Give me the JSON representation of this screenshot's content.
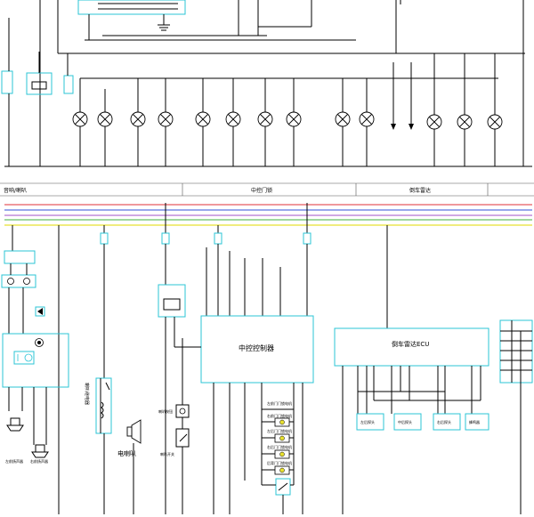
{
  "section_header": {
    "left": "音响/喇叭",
    "mid": "中控门锁",
    "right": "倒车雷达"
  },
  "components": {
    "central_lock_controller": "中控控制器",
    "reverse_radar_ecu": "倒车雷达ECU",
    "horn_label": "电喇叭",
    "horn_relay_label": "喇叭继电器",
    "horn_switch_label": "喇叭开关",
    "horn_button_label": "喇叭按钮",
    "left_speaker": "左前扬声器",
    "right_speaker": "右前扬声器",
    "door_motors": [
      "左前门门锁电机",
      "右前门门锁电机",
      "左后门门锁电机",
      "右后门门锁电机",
      "后背门门锁电机"
    ],
    "radar_sensors": [
      "左后探头",
      "中后探头",
      "右后探头",
      "蜂鸣器"
    ]
  },
  "colors": {
    "component_outline": "#2bc4d6",
    "bus_red": "#e0303a",
    "bus_blue": "#3050d8",
    "bus_purple": "#a050c8",
    "bus_green": "#40b040",
    "bus_yellow": "#e8e030"
  }
}
